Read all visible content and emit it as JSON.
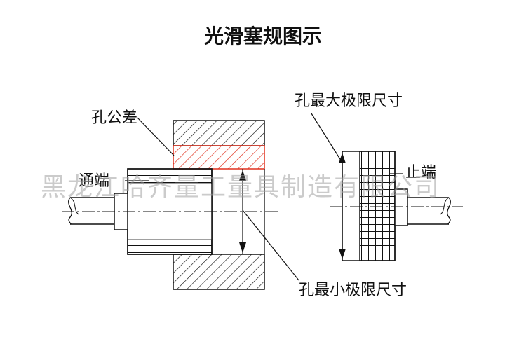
{
  "title": "光滑塞规图示",
  "labels": {
    "hole_tolerance": "孔公差",
    "go_end": "通端",
    "no_go_end": "止端",
    "hole_max_limit": "孔最大极限尺寸",
    "hole_min_limit": "孔最小极限尺寸"
  },
  "watermark": "黑龙江哈齐量工量具制造有限公司",
  "colors": {
    "line": "#111111",
    "tolerance_hatch": "#e0301e",
    "watermark": "#a0a0a0"
  }
}
